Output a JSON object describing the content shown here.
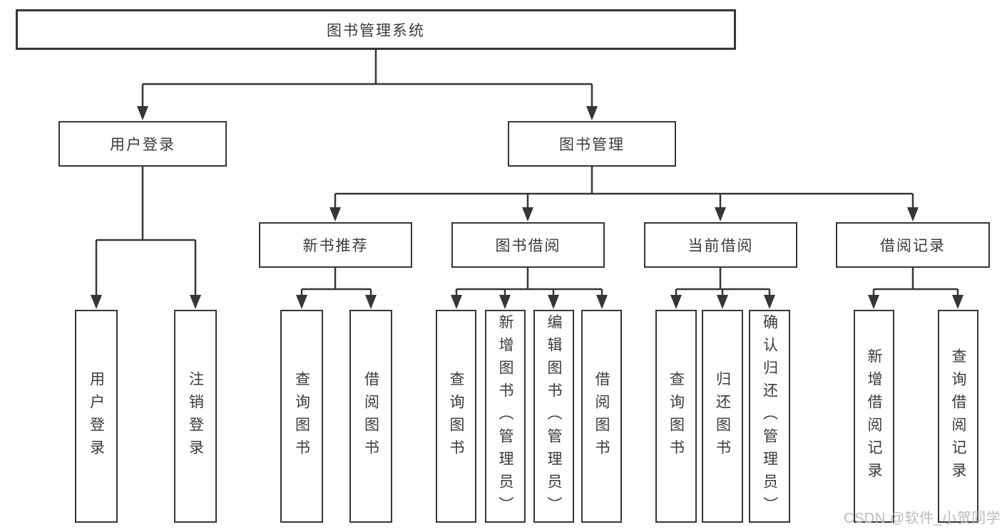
{
  "diagram": {
    "root": {
      "label": "图书管理系统"
    },
    "branches": [
      {
        "label": "用户登录",
        "children": [
          {
            "label": "用户登录"
          },
          {
            "label": "注销登录"
          }
        ]
      },
      {
        "label": "图书管理",
        "children": [
          {
            "label": "新书推荐",
            "children": [
              {
                "label": "查询图书"
              },
              {
                "label": "借阅图书"
              }
            ]
          },
          {
            "label": "图书借阅",
            "children": [
              {
                "label": "查询图书"
              },
              {
                "label": "新增图书（管理员）"
              },
              {
                "label": "编辑图书（管理员）"
              },
              {
                "label": "借阅图书"
              }
            ]
          },
          {
            "label": "当前借阅",
            "children": [
              {
                "label": "查询图书"
              },
              {
                "label": "归还图书"
              },
              {
                "label": "确认归还（管理员）"
              }
            ]
          },
          {
            "label": "借阅记录",
            "children": [
              {
                "label": "新增借阅记录"
              },
              {
                "label": "查询借阅记录"
              }
            ]
          }
        ]
      }
    ]
  },
  "watermark": {
    "text": "CSDN @软件_小贺同学"
  },
  "colors": {
    "line": "#363636",
    "border": "#363636",
    "text": "#3a3a3a",
    "background": "#ffffff",
    "watermark": "#b7babd"
  }
}
